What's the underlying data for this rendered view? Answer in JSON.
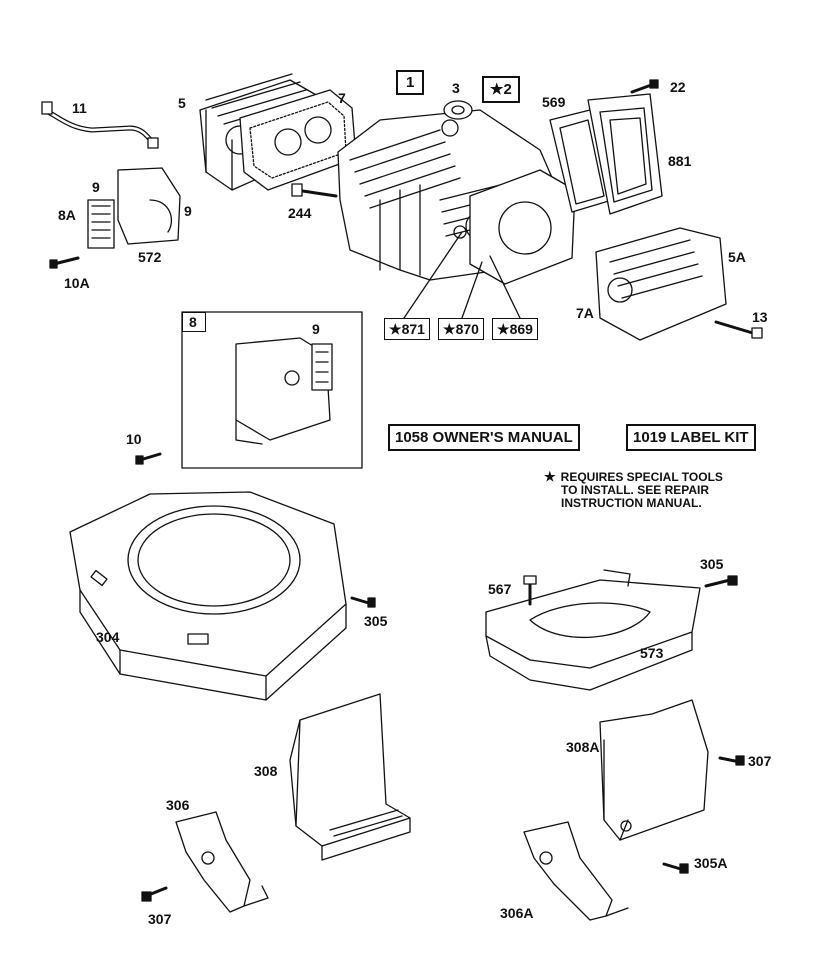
{
  "callouts": {
    "c11": "11",
    "c5": "5",
    "c7": "7",
    "c1": "1",
    "c3": "3",
    "c2": "2",
    "c569": "569",
    "c22": "22",
    "c881": "881",
    "c9a": "9",
    "c9b": "9",
    "c8A": "8A",
    "c572": "572",
    "c10A": "10A",
    "c244": "244",
    "c5A": "5A",
    "c7A": "7A",
    "c13": "13",
    "c871": "871",
    "c870": "870",
    "c869": "869",
    "c8": "8",
    "c9c": "9",
    "c10": "10",
    "c304": "304",
    "c305a": "305",
    "c305b": "305",
    "c567": "567",
    "c573": "573",
    "c308": "308",
    "c308A": "308A",
    "c307a": "307",
    "c307b": "307",
    "c306": "306",
    "c306A": "306A",
    "c305A": "305A"
  },
  "kits": {
    "owners_manual": "1058 OWNER'S MANUAL",
    "label_kit": "1019 LABEL KIT"
  },
  "note": {
    "star": "★",
    "line1": "REQUIRES SPECIAL TOOLS",
    "line2": "TO INSTALL.  SEE REPAIR",
    "line3": "INSTRUCTION MANUAL."
  },
  "star_symbol": "★",
  "ink_color": "#111111"
}
